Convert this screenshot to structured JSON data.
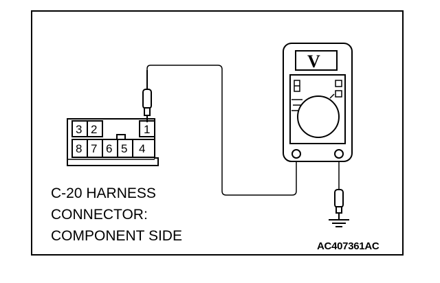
{
  "connector": {
    "pins_top": [
      "3",
      "2",
      "1"
    ],
    "pins_bottom": [
      "8",
      "7",
      "6",
      "5",
      "4"
    ]
  },
  "meter": {
    "label": "V"
  },
  "caption": {
    "line1": "C-20 HARNESS",
    "line2": "CONNECTOR:",
    "line3": "COMPONENT SIDE"
  },
  "figure_code": "AC407361AC"
}
